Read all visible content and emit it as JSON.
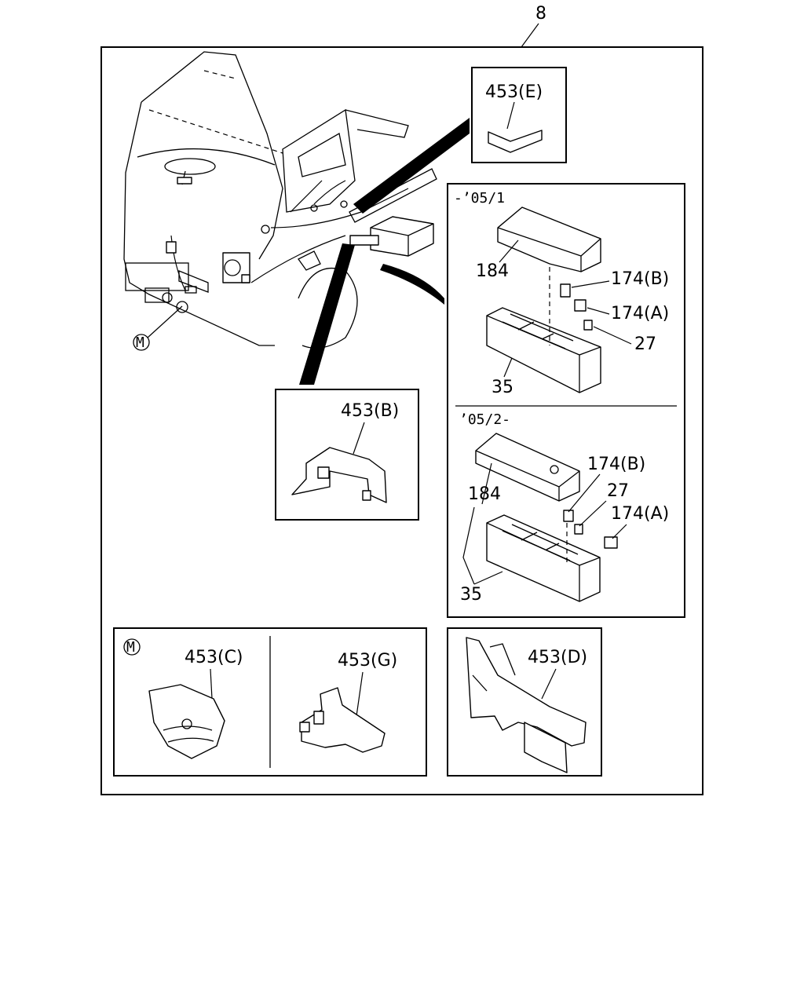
{
  "page_ref": "8",
  "insets": {
    "E": {
      "label": "453(E)"
    },
    "B": {
      "label": "453(B)"
    },
    "C": {
      "label": "453(C)"
    },
    "G": {
      "label": "453(G)"
    },
    "D": {
      "label": "453(D)"
    }
  },
  "detail_marker": "M",
  "fuse_panel": {
    "upper": {
      "period": "-’05/1",
      "callouts": {
        "cover": "184",
        "relay_b": "174(B)",
        "relay_a": "174(A)",
        "fuse": "27",
        "box": "35"
      }
    },
    "lower": {
      "period": "’05/2-",
      "callouts": {
        "cover": "184",
        "relay_b": "174(B)",
        "fuse": "27",
        "relay_a": "174(A)",
        "box": "35"
      }
    }
  }
}
